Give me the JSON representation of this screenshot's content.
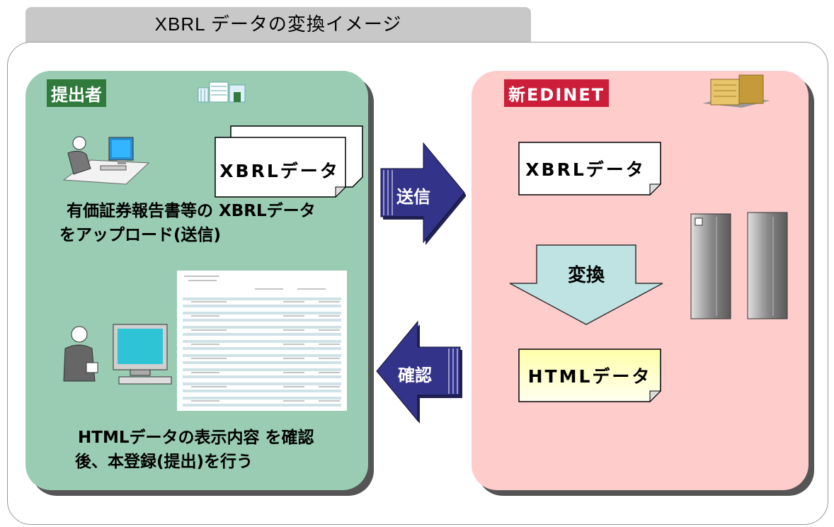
{
  "title": "XBRL データの変換イメージ",
  "submitter": {
    "label": "提出者",
    "doc_label": "XBRLデータ",
    "caption_line1": "有価証券報告書等の XBRLデータ",
    "caption_line2": "をアップロード(送信)",
    "caption2_line1": "HTMLデータの表示内容 を確認",
    "caption2_line2": "後、本登録(提出)を行う"
  },
  "edinet": {
    "label": "新EDINET",
    "xbrl_doc_label": "XBRLデータ",
    "convert_label": "変換",
    "html_doc_label": "HTMLデータ"
  },
  "arrows": {
    "send_label": "送信",
    "confirm_label": "確認"
  },
  "colors": {
    "submitter_panel": "#99ccb3",
    "edinet_panel": "#ffcccc",
    "arrow": "#33338a",
    "convert_arrow": "#bfe3e3",
    "html_doc": "#ffffcc"
  }
}
